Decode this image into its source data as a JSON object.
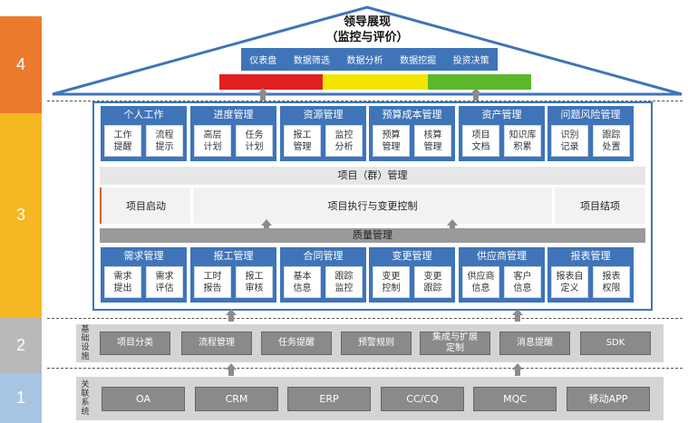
{
  "levels": [
    "4",
    "3",
    "2",
    "1"
  ],
  "roof": {
    "title": "领导展现\n（监控与评价）",
    "items": [
      "仪表盘",
      "数据筛选",
      "数据分析",
      "数据挖掘",
      "投资决策"
    ],
    "status_colors": [
      "#e02020",
      "#f2e600",
      "#5cb82a"
    ]
  },
  "top_modules": [
    {
      "title": "个人工作",
      "subs": [
        "工作\n提醒",
        "流程\n提示"
      ]
    },
    {
      "title": "进度管理",
      "subs": [
        "高层\n计划",
        "任务\n计划"
      ]
    },
    {
      "title": "资源管理",
      "subs": [
        "报工\n管理",
        "监控\n分析"
      ]
    },
    {
      "title": "预算成本管理",
      "subs": [
        "预算\n管理",
        "核算\n管理"
      ]
    },
    {
      "title": "资产管理",
      "subs": [
        "项目\n文档",
        "知识库\n积累"
      ]
    },
    {
      "title": "问题风险管理",
      "subs": [
        "识别\n记录",
        "跟踪\n处置"
      ]
    }
  ],
  "project_group": "项目（群）管理",
  "phases": [
    "项目启动",
    "项目执行与变更控制",
    "项目结项"
  ],
  "quality": "质量管理",
  "bottom_modules": [
    {
      "title": "需求管理",
      "subs": [
        "需求\n提出",
        "需求\n评估"
      ]
    },
    {
      "title": "报工管理",
      "subs": [
        "工时\n报告",
        "报工\n审核"
      ]
    },
    {
      "title": "合同管理",
      "subs": [
        "基本\n信息",
        "跟踪\n监控"
      ]
    },
    {
      "title": "变更管理",
      "subs": [
        "变更\n控制",
        "变更\n跟踪"
      ]
    },
    {
      "title": "供应商管理",
      "subs": [
        "供应商\n信息",
        "客户\n信息"
      ]
    },
    {
      "title": "报表管理",
      "subs": [
        "报表自\n定义",
        "报表\n权限"
      ]
    }
  ],
  "base_label": "基础设施",
  "base_items": [
    "项目分类",
    "流程管理",
    "任务提醒",
    "预警规则",
    "集成与扩展\n定制",
    "消息提醒",
    "SDK"
  ],
  "linked_label": "关联系统",
  "linked_items": [
    "OA",
    "CRM",
    "ERP",
    "CC/CQ",
    "MQC",
    "移动APP"
  ]
}
